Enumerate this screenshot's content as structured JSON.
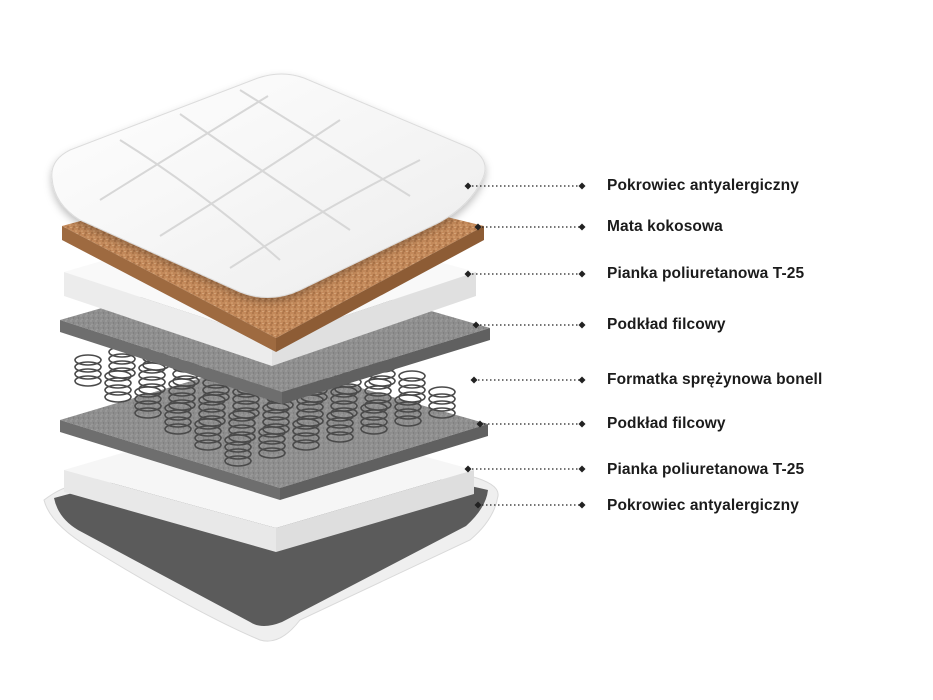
{
  "layers": [
    {
      "label": "Pokrowiec antyalergiczny"
    },
    {
      "label": "Mata kokosowa"
    },
    {
      "label": "Pianka poliuretanowa T-25"
    },
    {
      "label": "Podkład filcowy"
    },
    {
      "label": "Formatka sprężynowa bonell"
    },
    {
      "label": "Podkład filcowy"
    },
    {
      "label": "Pianka poliuretanowa T-25"
    },
    {
      "label": "Pokrowiec antyalergiczny"
    }
  ],
  "colors": {
    "cover": "#f7f7f7",
    "coconut": "#c08a5a",
    "foam": "#fbfbfb",
    "felt": "#8e8e8e",
    "spring": "#4a4a4a",
    "bottom_cover": "#5a5a5a",
    "leader_line": "#222222",
    "label_text": "#1b1b1b"
  }
}
